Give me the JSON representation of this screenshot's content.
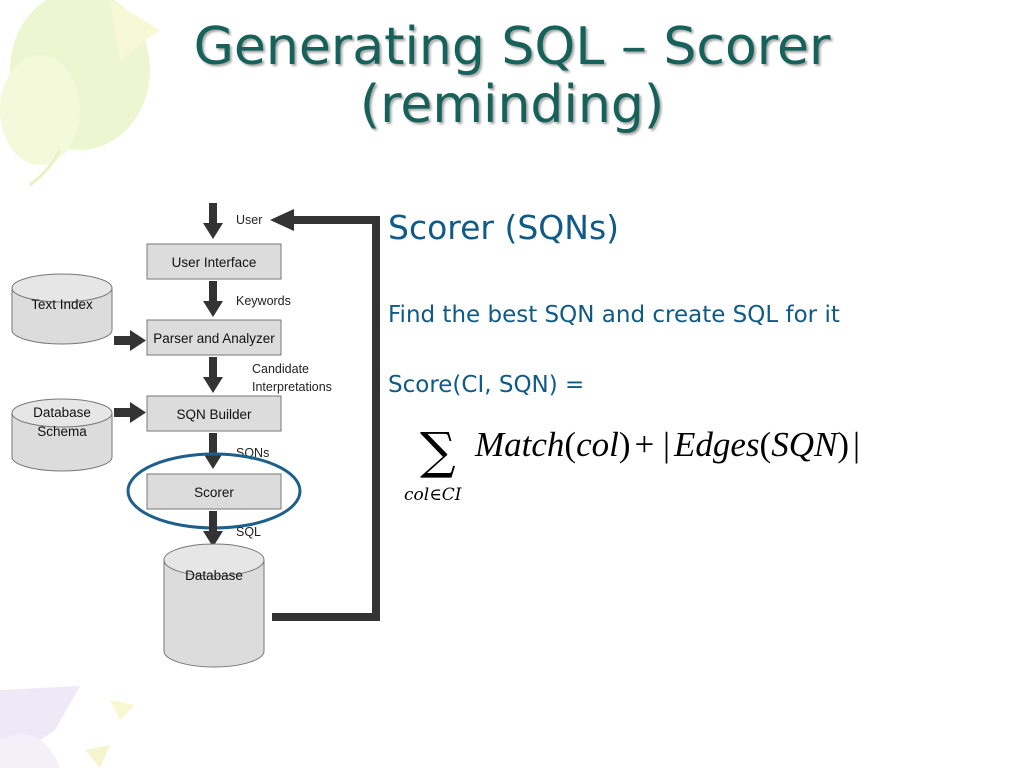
{
  "slide": {
    "title_line1": "Generating SQL – Scorer",
    "title_line2": "(reminding)"
  },
  "diagram": {
    "nodes": {
      "user": "User",
      "user_interface": "User Interface",
      "keywords": "Keywords",
      "text_index": "Text Index",
      "parser": "Parser and Analyzer",
      "candidate_1": "Candidate",
      "candidate_2": "Interpretations",
      "database_schema_1": "Database",
      "database_schema_2": "Schema",
      "sqn_builder": "SQN Builder",
      "sqns": "SQNs",
      "scorer": "Scorer",
      "sql": "SQL",
      "database": "Database"
    },
    "colors": {
      "box_fill": "#dcdcdc",
      "arrow": "#333333",
      "highlight_ellipse": "#1f5f8b"
    }
  },
  "content": {
    "heading": "Scorer (SQNs)",
    "description": "Find the best SQN and create SQL for it",
    "score_label": "Score(CI, SQN) =",
    "formula": {
      "sigma": "∑",
      "subscript": "col∈CI",
      "expression_italic_1": "Match",
      "expression_paren_1": "(",
      "expression_italic_2": "col",
      "expression_paren_2": ")",
      "plus_bar": "+ |",
      "expression_italic_3": "Edges",
      "expression_paren_3": "(",
      "expression_italic_4": "SQN",
      "expression_paren_4": ")",
      "end_bar": "|"
    },
    "colors": {
      "text": "#0f5a86",
      "title": "#16625a"
    }
  }
}
